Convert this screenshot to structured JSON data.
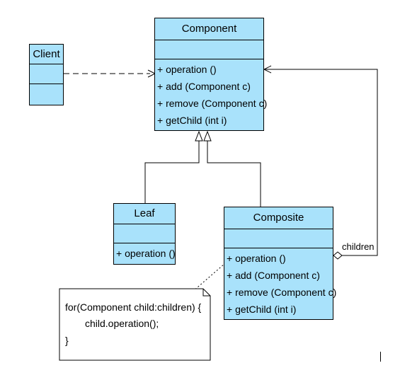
{
  "classes": {
    "component": {
      "name": "Component",
      "operations": [
        "+ operation ()",
        "+ add (Component c)",
        "+ remove (Component c)",
        "+ getChild (int i)"
      ]
    },
    "client": {
      "name": "Client"
    },
    "leaf": {
      "name": "Leaf",
      "operations": [
        "+ operation ()"
      ]
    },
    "composite": {
      "name": "Composite",
      "operations": [
        "+ operation ()",
        "+ add (Component c)",
        "+ remove (Component c)",
        "+ getChild (int i)"
      ]
    }
  },
  "association": {
    "role": "children"
  },
  "note": {
    "lines": [
      "for(Component child:children) {",
      "child.operation();",
      "}"
    ]
  },
  "colors": {
    "class_fill": "#a9e2fb",
    "line": "#000000"
  }
}
